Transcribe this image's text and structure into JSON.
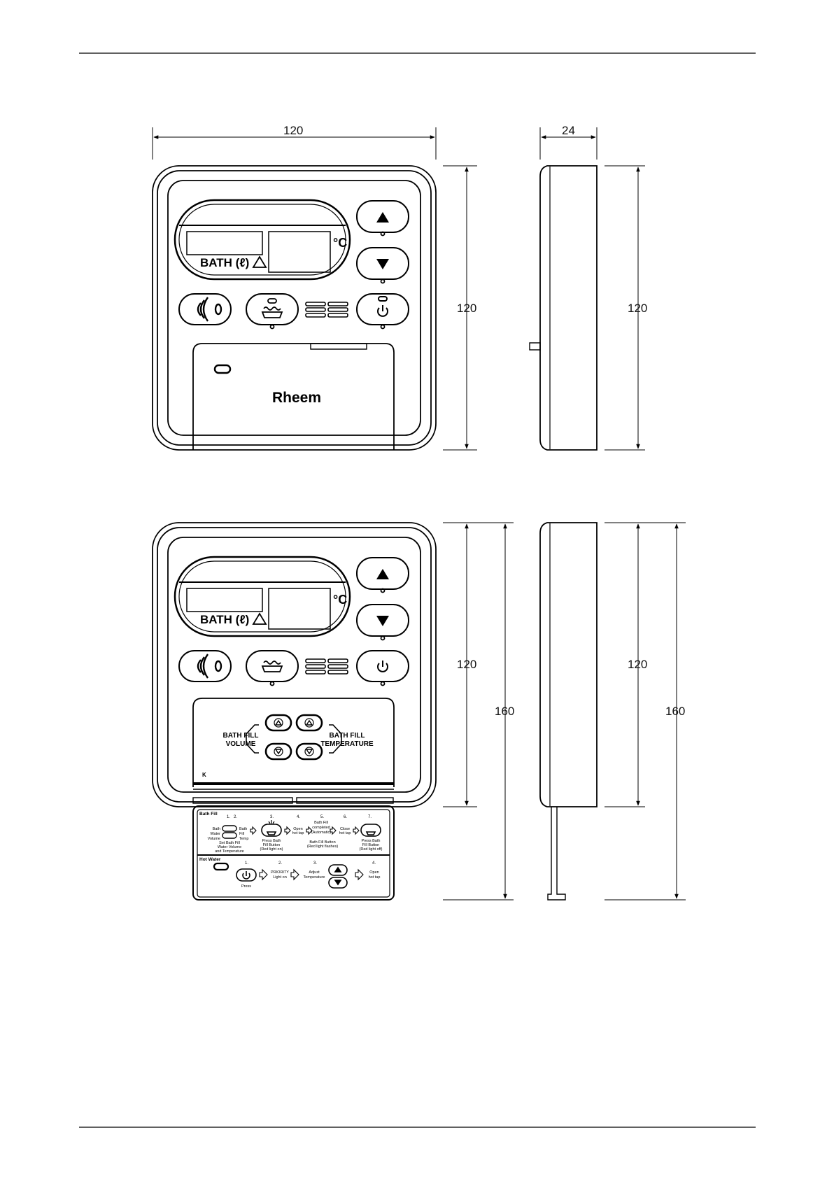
{
  "dimensions": {
    "top_front_width": "120",
    "top_side_depth": "24",
    "top_front_height": "120",
    "top_side_height": "120",
    "bottom_front_upper": "120",
    "bottom_front_total": "160",
    "bottom_side_upper": "120",
    "bottom_side_total": "160"
  },
  "unit": {
    "display_bath_label": "BATH (ℓ)",
    "display_temp_unit": "°C",
    "brand": "Rheem",
    "panel_small_mark": "K"
  },
  "cover_panel": {
    "volume_label_line1": "BATH FILL",
    "volume_label_line2": "VOLUME",
    "temp_label_line1": "BATH FILL",
    "temp_label_line2": "TEMPERATURE"
  },
  "instructions": {
    "bath_fill_title": "Bath Fill",
    "step_1": "1.",
    "step_2": "2.",
    "step_3": "3.",
    "step_4": "4.",
    "step_5": "5.",
    "step_6": "6.",
    "step_7": "7.",
    "bath_water_volume": [
      "Bath",
      "Water",
      "Volume"
    ],
    "bath_fill_temp": [
      "Bath",
      "Fill",
      "Temp"
    ],
    "set_bath_fill": [
      "Set Bath Fill",
      "Water Volume",
      "and Temperature"
    ],
    "press_bath_fill": [
      "Press Bath",
      "Fill Button",
      "(Red light on)"
    ],
    "open_hot_tap": [
      "Open",
      "hot tap"
    ],
    "bath_fill_completed": [
      "Bath Fill",
      "completed",
      "(Automatic)"
    ],
    "bath_fill_button_flashes": [
      "Bath Fill Button",
      "(Red light flashes)"
    ],
    "close_hot_tap": [
      "Close",
      "hot tap"
    ],
    "press_bath_fill_off": [
      "Press Bath",
      "Fill Button",
      "(Red light off)"
    ],
    "hot_water_title": "Hot Water",
    "hw_step_1": "1.",
    "hw_step_2": "2.",
    "hw_step_3": "3.",
    "hw_step_4": "4.",
    "hw_press": "Press",
    "hw_priority": [
      "PRIORITY",
      "Light on"
    ],
    "hw_adjust": [
      "Adjust",
      "Temperature"
    ],
    "hw_open": [
      "Open",
      "hot tap"
    ]
  }
}
